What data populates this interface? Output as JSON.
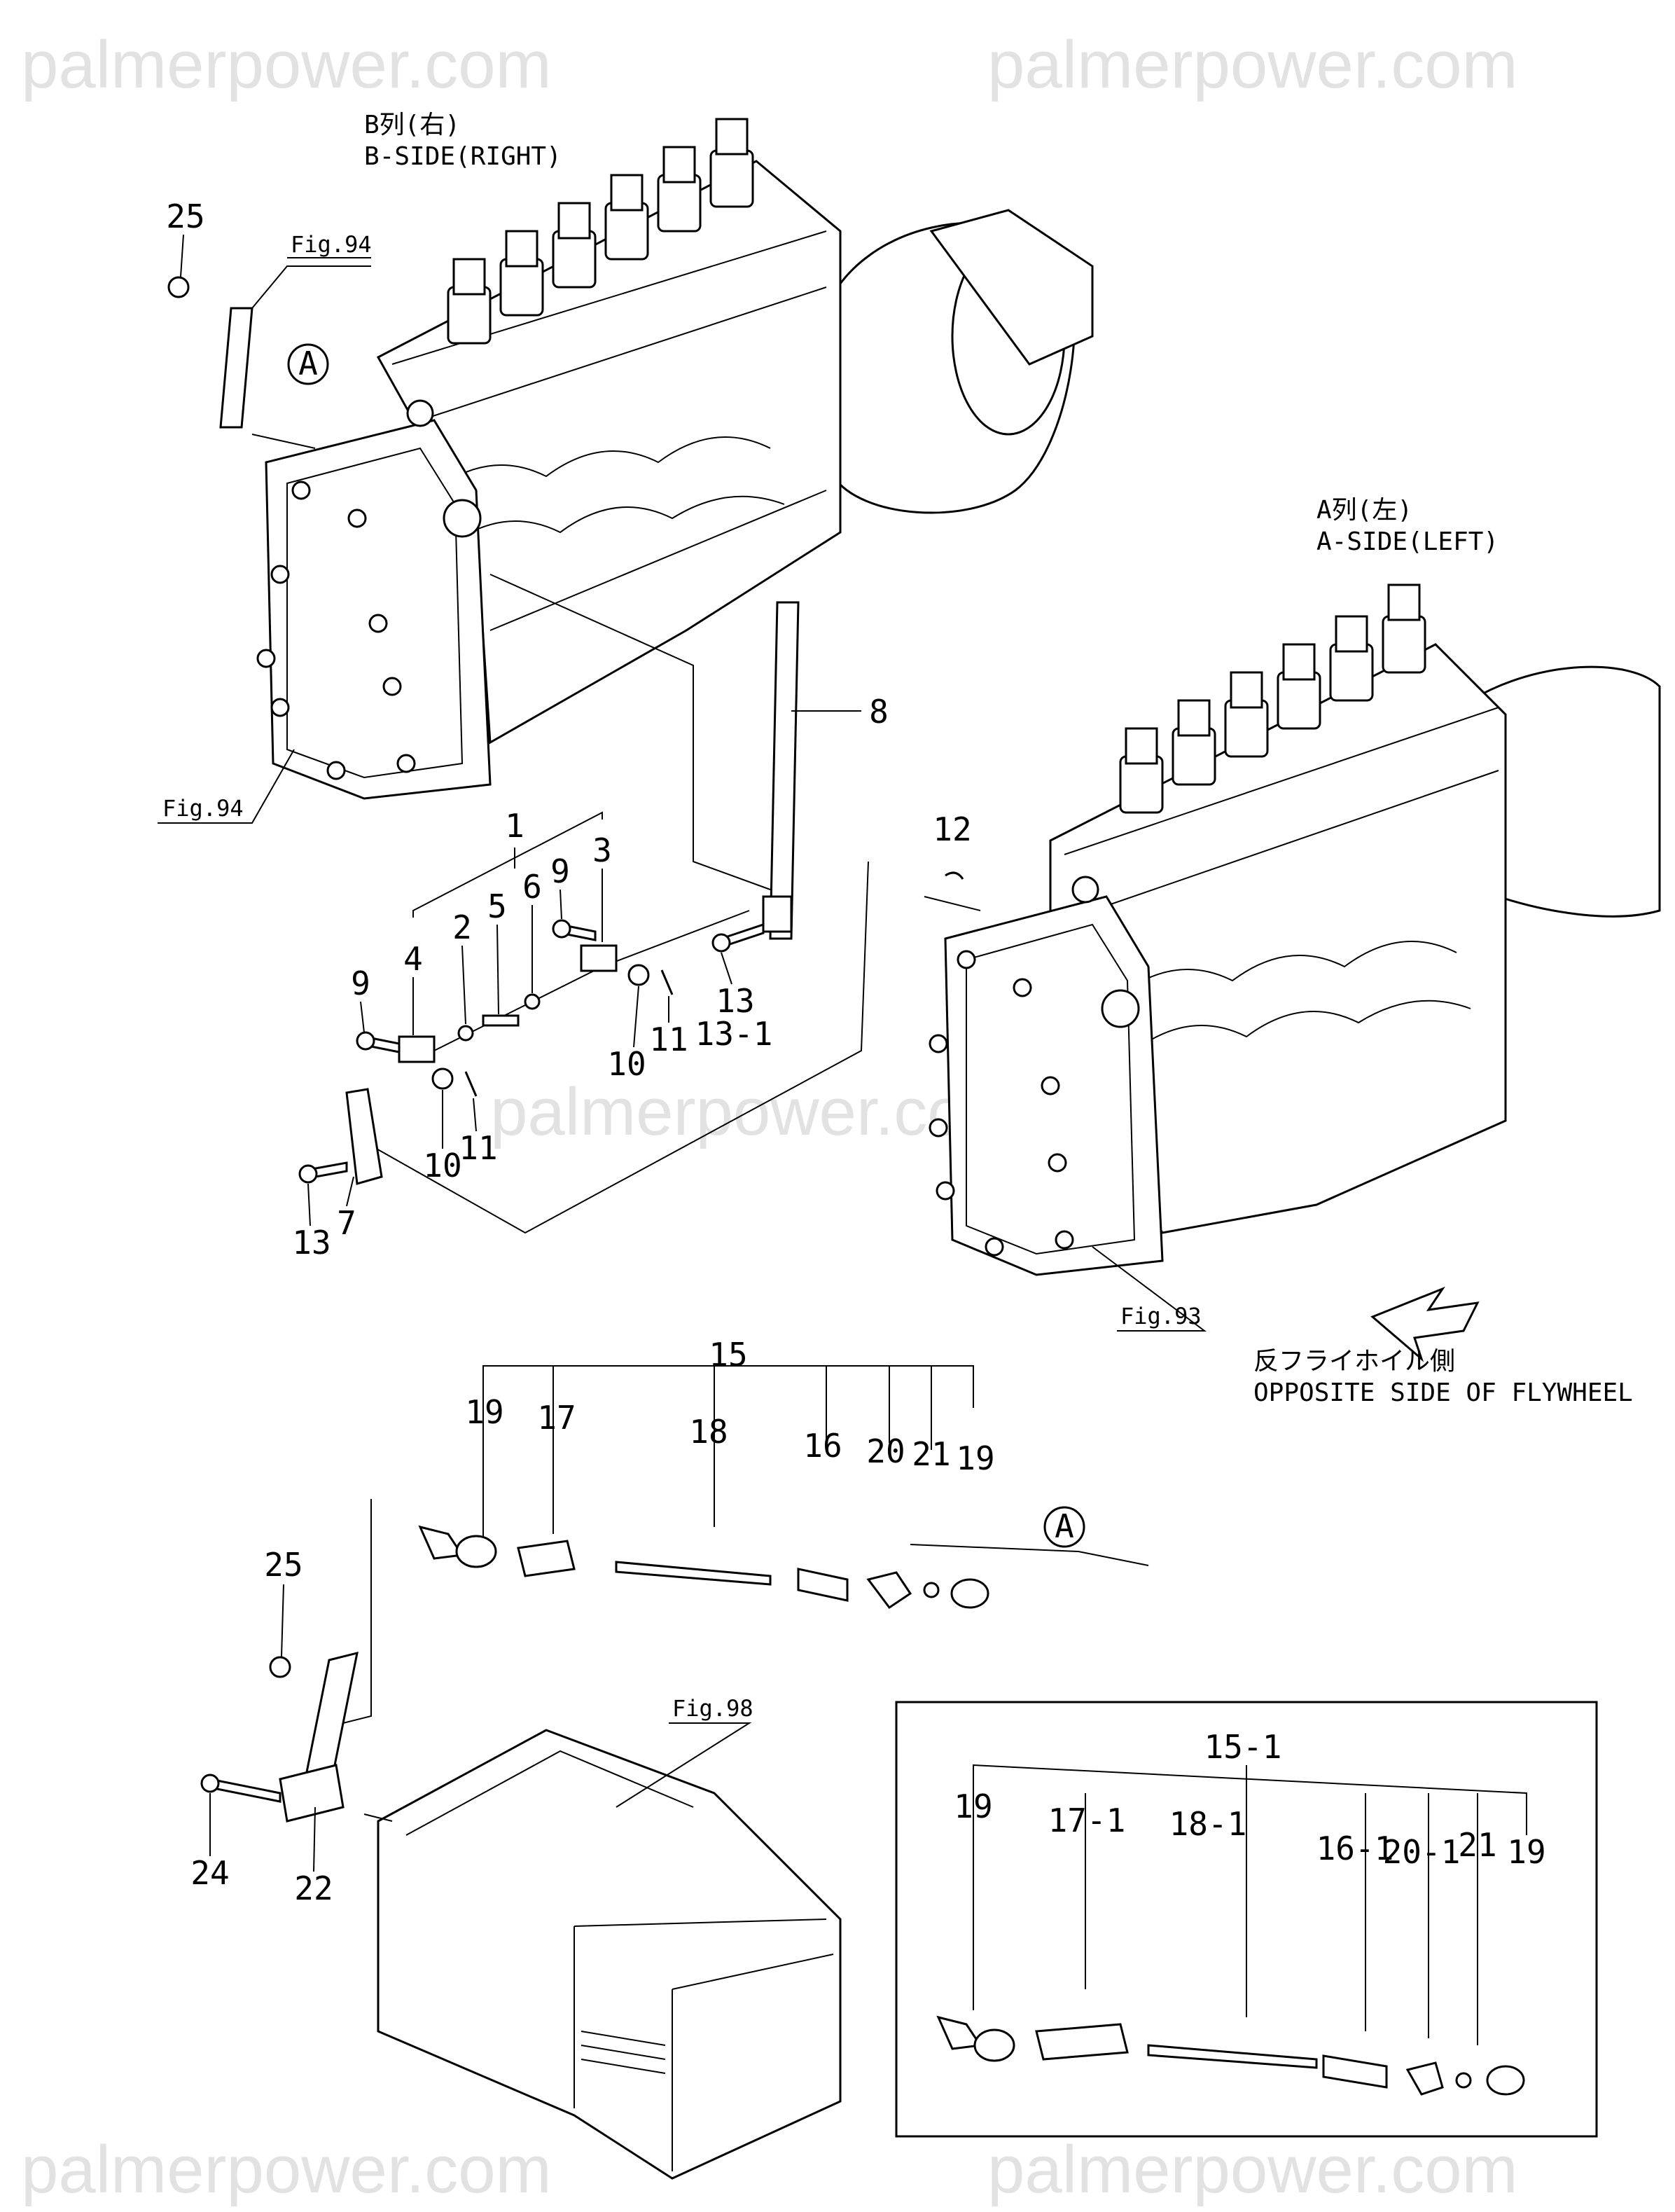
{
  "watermarks": {
    "top_left": "palmerpower.com",
    "top_right": "palmerpower.com",
    "middle": "palmerpower.com",
    "bottom_left": "palmerpower.com",
    "bottom_right": "palmerpower.com"
  },
  "headings": {
    "b_side_jp": "B列(右)",
    "b_side_en": "B-SIDE(RIGHT)",
    "a_side_jp": "A列(左)",
    "a_side_en": "A-SIDE(LEFT)",
    "flywheel_jp": "反フライホイル側",
    "flywheel_en": "OPPOSITE SIDE OF FLYWHEEL"
  },
  "figure_refs": {
    "fig94_top": "Fig.94",
    "fig94_left": "Fig.94",
    "fig93": "Fig.93",
    "fig98": "Fig.98"
  },
  "callouts": {
    "circle_a_top": "A",
    "circle_a_mid": "A"
  },
  "part_numbers": {
    "p25_top": "25",
    "p8": "8",
    "p12": "12",
    "p1": "1",
    "p2": "2",
    "p3": "3",
    "p4": "4",
    "p5": "5",
    "p6": "6",
    "p9_upper": "9",
    "p9_lower": "9",
    "p13_upper": "13",
    "p13_1": "13-1",
    "p10_upper": "10",
    "p11_upper": "11",
    "p10_lower": "10",
    "p11_lower": "11",
    "p13_lower": "13",
    "p7": "7",
    "p15": "15",
    "p19_left": "19",
    "p17": "17",
    "p18": "18",
    "p16": "16",
    "p20": "20",
    "p21": "21",
    "p19_right": "19",
    "p25_bottom": "25",
    "p24": "24",
    "p22": "22",
    "p15_1": "15-1",
    "p19_inset_left": "19",
    "p17_1": "17-1",
    "p18_1": "18-1",
    "p16_1": "16-1",
    "p20_1": "20-1",
    "p21_inset": "21",
    "p19_inset_right": "19"
  }
}
